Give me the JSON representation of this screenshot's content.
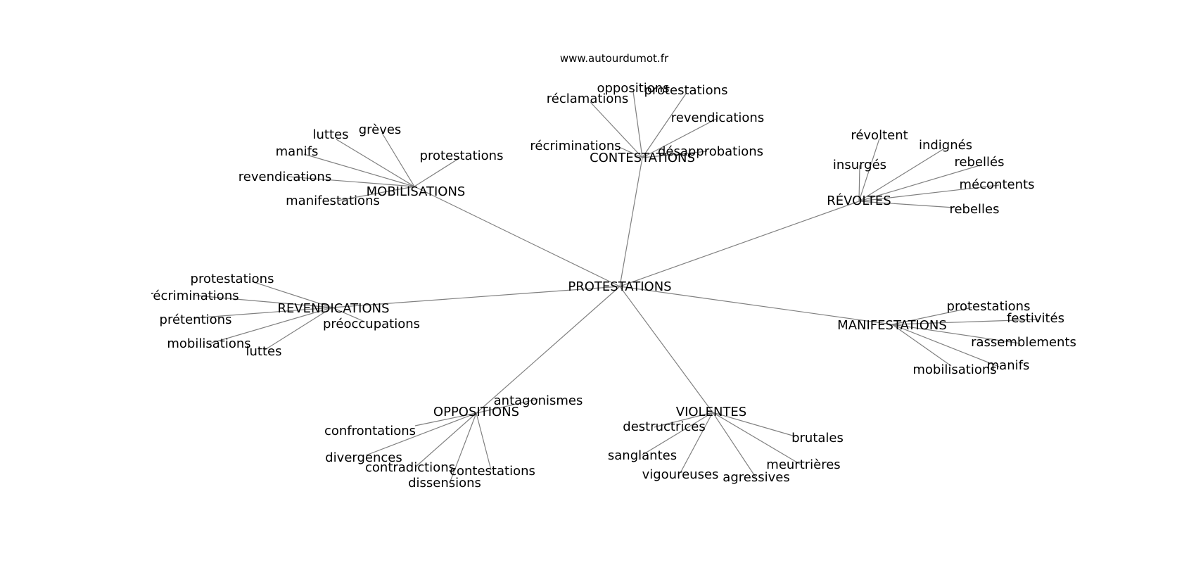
{
  "source": "www.autourdumot.fr",
  "colors": {
    "edge": "#808080",
    "text": "#000000",
    "background": "#ffffff"
  },
  "graph": {
    "root": "PROTESTATIONS",
    "clusters": [
      {
        "label": "CONTESTATIONS",
        "leaves": [
          "oppositions",
          "protestations",
          "réclamations",
          "revendications",
          "récriminations",
          "désapprobations"
        ]
      },
      {
        "label": "MOBILISATIONS",
        "leaves": [
          "grèves",
          "luttes",
          "manifs",
          "protestations",
          "revendications",
          "manifestations"
        ]
      },
      {
        "label": "RÉVOLTES",
        "leaves": [
          "révoltent",
          "indignés",
          "insurgés",
          "rebellés",
          "mécontents",
          "rebelles"
        ]
      },
      {
        "label": "REVENDICATIONS",
        "leaves": [
          "protestations",
          "récriminations",
          "prétentions",
          "préoccupations",
          "mobilisations",
          "luttes"
        ]
      },
      {
        "label": "MANIFESTATIONS",
        "leaves": [
          "protestations",
          "festivités",
          "rassemblements",
          "manifs",
          "mobilisations"
        ]
      },
      {
        "label": "OPPOSITIONS",
        "leaves": [
          "antagonismes",
          "confrontations",
          "divergences",
          "contradictions",
          "contestations",
          "dissensions"
        ]
      },
      {
        "label": "VIOLENTES",
        "leaves": [
          "destructrices",
          "brutales",
          "sanglantes",
          "meurtrières",
          "vigoureuses",
          "agressives"
        ]
      }
    ]
  }
}
